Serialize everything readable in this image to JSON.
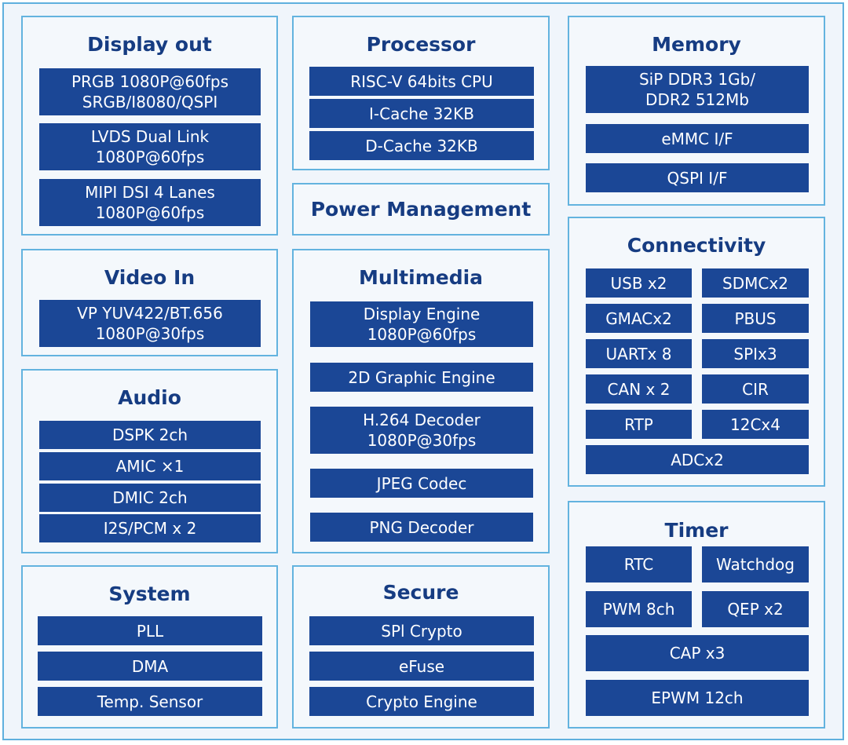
{
  "display_out": {
    "title": "Display out",
    "items": [
      {
        "line1": "PRGB 1080P@60fps",
        "line2": "SRGB/I8080/QSPI"
      },
      {
        "line1": "LVDS Dual Link",
        "line2": "1080P@60fps"
      },
      {
        "line1": "MIPI DSI 4 Lanes",
        "line2": "1080P@60fps"
      }
    ]
  },
  "processor": {
    "title": "Processor",
    "items": [
      "RISC-V 64bits CPU",
      "I-Cache 32KB",
      "D-Cache 32KB"
    ]
  },
  "memory": {
    "title": "Memory",
    "items": [
      {
        "line1": "SiP DDR3 1Gb/",
        "line2": "DDR2 512Mb"
      },
      {
        "line1": "eMMC I/F"
      },
      {
        "line1": "QSPI I/F"
      }
    ]
  },
  "power": {
    "title": "Power Management"
  },
  "video_in": {
    "title": "Video In",
    "items": [
      {
        "line1": "VP YUV422/BT.656",
        "line2": "1080P@30fps"
      }
    ]
  },
  "multimedia": {
    "title": "Multimedia",
    "items": [
      {
        "line1": "Display Engine",
        "line2": "1080P@60fps"
      },
      {
        "line1": "2D Graphic Engine"
      },
      {
        "line1": "H.264 Decoder",
        "line2": "1080P@30fps"
      },
      {
        "line1": "JPEG Codec"
      },
      {
        "line1": "PNG Decoder"
      }
    ]
  },
  "connectivity": {
    "title": "Connectivity",
    "items": [
      "USB x2",
      "SDMCx2",
      "GMACx2",
      "PBUS",
      "UARTx 8",
      "SPIx3",
      "CAN x 2",
      "CIR",
      "RTP",
      "12Cx4",
      "ADCx2"
    ]
  },
  "audio": {
    "title": "Audio",
    "items": [
      "DSPK 2ch",
      "AMIC ×1",
      "DMIC 2ch",
      "I2S/PCM x 2"
    ]
  },
  "timer": {
    "title": "Timer",
    "items": [
      "RTC",
      "Watchdog",
      "PWM 8ch",
      "QEP x2",
      "CAP x3",
      "EPWM 12ch"
    ]
  },
  "system": {
    "title": "System",
    "items": [
      "PLL",
      "DMA",
      "Temp. Sensor"
    ]
  },
  "secure": {
    "title": "Secure",
    "items": [
      "SPl Crypto",
      "eFuse",
      "Crypto Engine"
    ]
  }
}
